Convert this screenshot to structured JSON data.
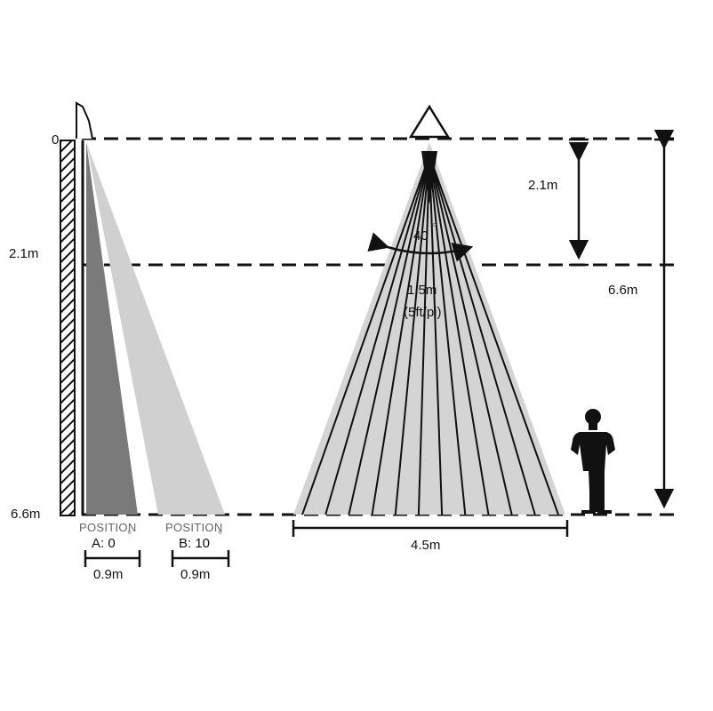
{
  "side_view": {
    "height_labels": {
      "top": "0",
      "mount": "2.1m",
      "floor": "6.6m"
    },
    "position_a": {
      "label": "POSITION",
      "value": "A: 0",
      "degree": "°",
      "width": "0.9m"
    },
    "position_b": {
      "label": "POSITION",
      "value": "B: 10",
      "degree": "°",
      "width": "0.9m"
    }
  },
  "cone_view": {
    "angle": "40",
    "angle_degree": "°",
    "spacing": "1.5m",
    "spacing_unit": "(5ft/pi)",
    "floor_width": "4.5m",
    "beam_count": 12
  },
  "dimensions": {
    "upper_height": "2.1m",
    "total_height": "6.6m"
  },
  "colors": {
    "dark_beam": "#7a7a7a",
    "light_beam": "#d0d0d0",
    "cone_fill": "#d4d4d4",
    "ink": "#111111"
  }
}
